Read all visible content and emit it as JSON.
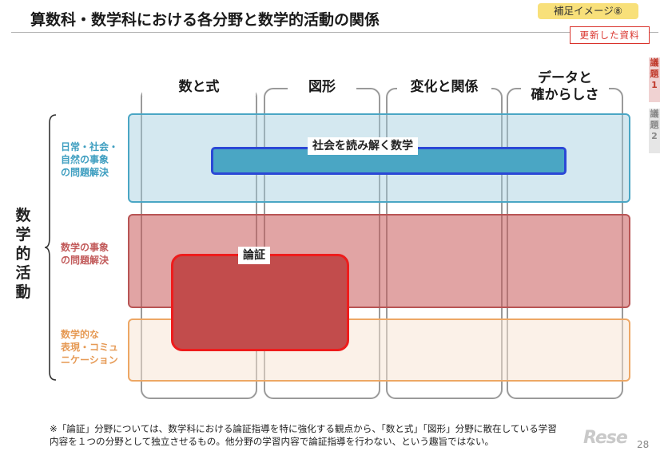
{
  "title": "算数科・数学科における各分野と数学的活動の関係",
  "badge": "補足イメージ⑧",
  "updated": "更新した資料",
  "agenda": [
    {
      "label": "議題1",
      "chars": [
        "議",
        "題",
        "1"
      ]
    },
    {
      "label": "議題2",
      "chars": [
        "議",
        "題",
        "2"
      ]
    }
  ],
  "columns": [
    {
      "label": "数と式",
      "lines": [
        "数と式"
      ]
    },
    {
      "label": "図形",
      "lines": [
        "図形"
      ]
    },
    {
      "label": "変化と関係",
      "lines": [
        "変化と関係"
      ]
    },
    {
      "label": "データと確からしさ",
      "lines": [
        "データと",
        "確からしさ"
      ]
    }
  ],
  "side_label": "数学的活動",
  "side_label_chars": [
    "数",
    "学",
    "的",
    "活",
    "動"
  ],
  "rows": [
    {
      "label": "日常・社会・自然の事象の問題解決",
      "lines": [
        "日常・社会・",
        "自然の事象",
        "の問題解決"
      ],
      "color": "#4aa6c4"
    },
    {
      "label": "数学の事象の問題解決",
      "lines": [
        "数学の事象",
        "の問題解決"
      ],
      "color": "#c25b5b"
    },
    {
      "label": "数学的な表現・コミュニケーション",
      "lines": [
        "数学的な",
        "表現・コミュ",
        "ニケーション"
      ],
      "color": "#e69a55"
    }
  ],
  "overlays": {
    "society": "社会を読み解く数学",
    "proof": "論証"
  },
  "footnote": {
    "line1": "※「論証」分野については、数学科における論証指導を特に強化する観点から、「数と式」「図形」分野に散在している学習",
    "line2": "内容を１つの分野として独立させるもの。他分野の学習内容で論証指導を行わない、という趣旨ではない。"
  },
  "watermark": "Rese",
  "page_number": "28"
}
